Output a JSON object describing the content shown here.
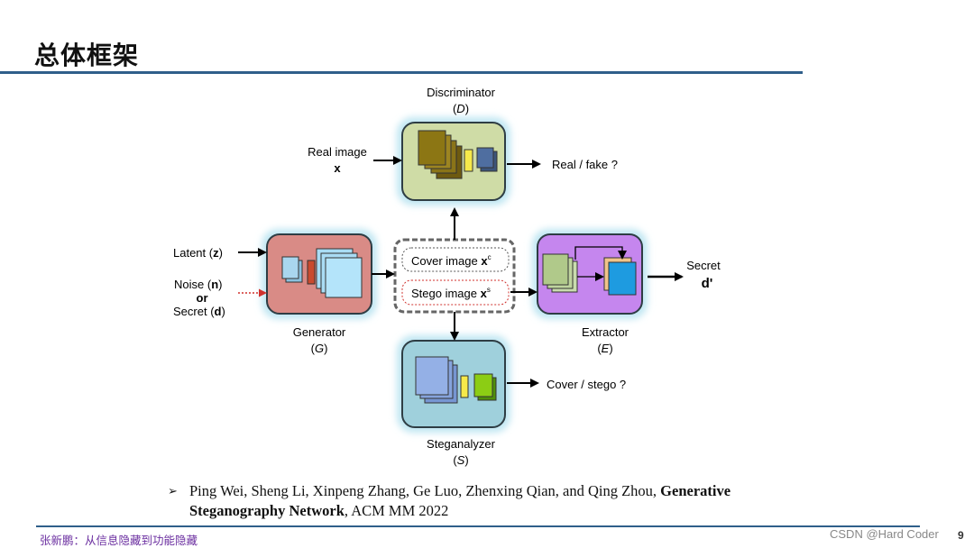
{
  "slide": {
    "title": "总体框架",
    "footer_author": "张新鹏：从信息隐藏到功能隐藏",
    "watermark": "CSDN @Hard Coder",
    "page_number": "9"
  },
  "diagram": {
    "discriminator": {
      "name": "Discriminator",
      "symbol": "D"
    },
    "generator": {
      "name": "Generator",
      "symbol": "G"
    },
    "extractor": {
      "name": "Extractor",
      "symbol": "E"
    },
    "steganalyzer": {
      "name": "Steganalyzer",
      "symbol": "S"
    },
    "real_image": {
      "label": "Real image",
      "symbol": "x"
    },
    "real_fake_output": "Real / fake ?",
    "latent": {
      "label": "Latent",
      "symbol": "z"
    },
    "noise": {
      "label": "Noise",
      "symbol": "n"
    },
    "or_label": "or",
    "secret_input": {
      "label": "Secret",
      "symbol": "d"
    },
    "cover_image": {
      "label": "Cover image",
      "symbol": "x",
      "superscript": "c"
    },
    "stego_image": {
      "label": "Stego image",
      "symbol": "x",
      "superscript": "s"
    },
    "secret_output": {
      "label": "Secret",
      "symbol": "d'"
    },
    "cover_stego_output": "Cover / stego ?",
    "colors": {
      "discriminator": "#cfdca6",
      "generator": "#d98b86",
      "extractor": "#c586ee",
      "steganalyzer": "#9fd0dc",
      "glow": "#bfe6f2",
      "accent_line": "#2f5f8a",
      "footer_text": "#6b2fa0"
    }
  },
  "reference": {
    "authors": "Ping Wei, Sheng Li, Xinpeng Zhang, Ge Luo, Zhenxing Qian, and Qing Zhou,",
    "paper_title": "Generative Steganography Network",
    "venue": ", ACM MM 2022"
  }
}
